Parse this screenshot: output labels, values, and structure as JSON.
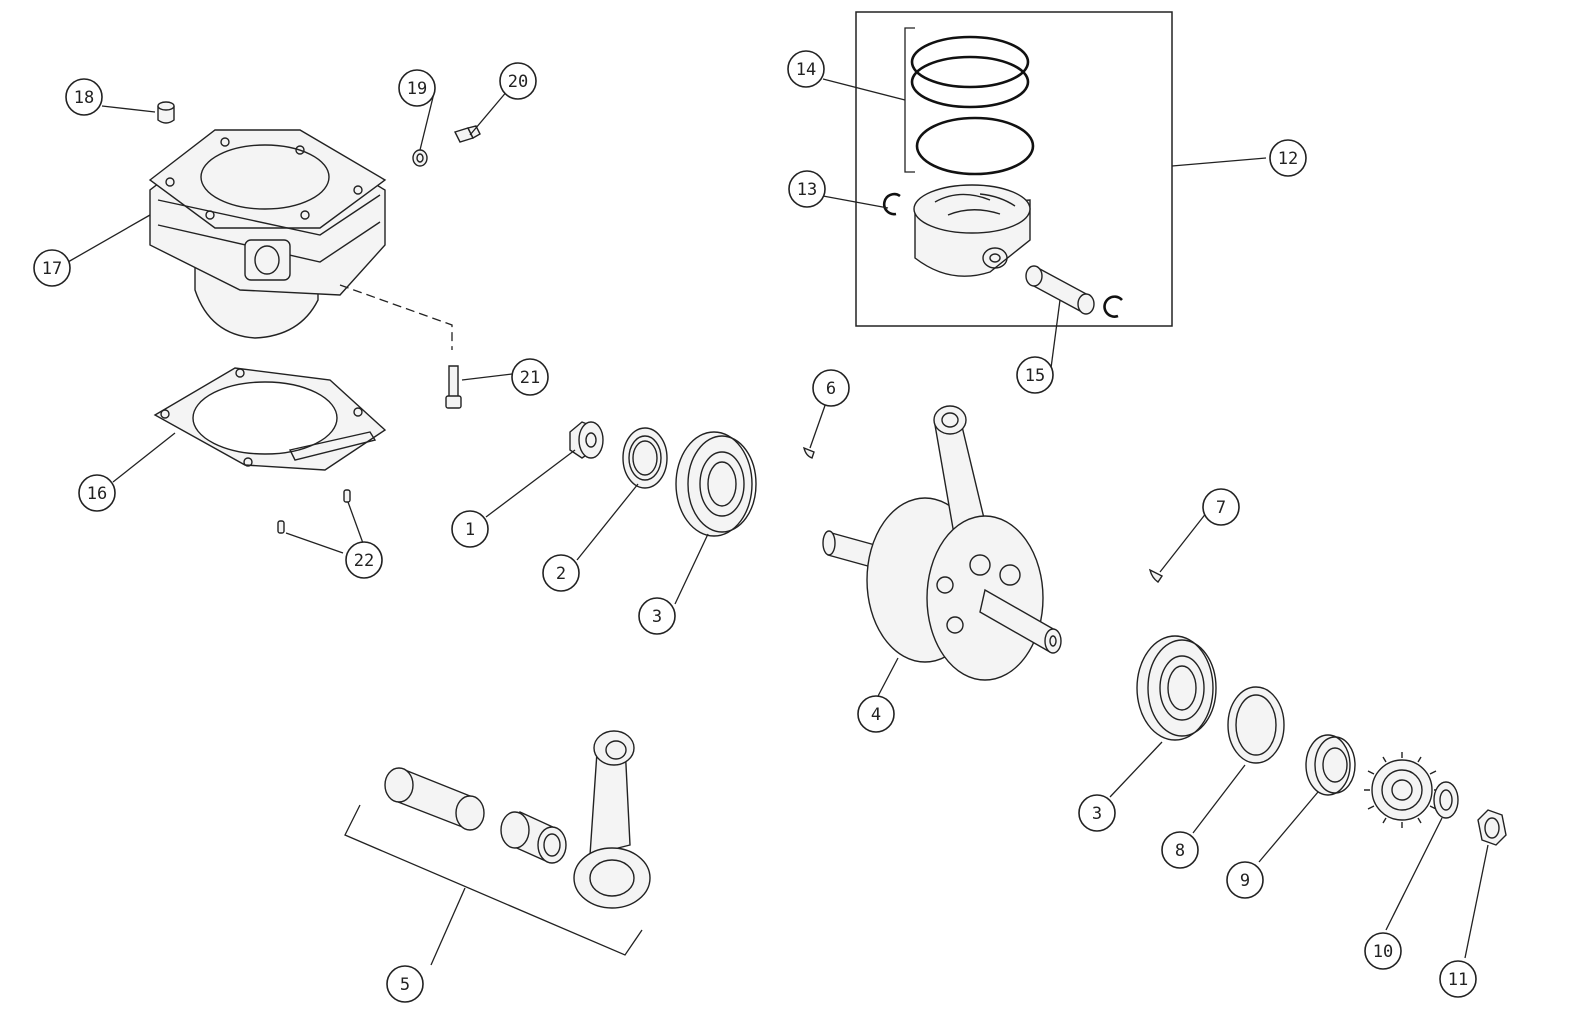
{
  "callouts": [
    {
      "id": "c1",
      "label": "1"
    },
    {
      "id": "c2",
      "label": "2"
    },
    {
      "id": "c3a",
      "label": "3"
    },
    {
      "id": "c3b",
      "label": "3"
    },
    {
      "id": "c4",
      "label": "4"
    },
    {
      "id": "c5",
      "label": "5"
    },
    {
      "id": "c6",
      "label": "6"
    },
    {
      "id": "c7",
      "label": "7"
    },
    {
      "id": "c8",
      "label": "8"
    },
    {
      "id": "c9",
      "label": "9"
    },
    {
      "id": "c10",
      "label": "10"
    },
    {
      "id": "c11",
      "label": "11"
    },
    {
      "id": "c12",
      "label": "12"
    },
    {
      "id": "c13",
      "label": "13"
    },
    {
      "id": "c14",
      "label": "14"
    },
    {
      "id": "c15",
      "label": "15"
    },
    {
      "id": "c16",
      "label": "16"
    },
    {
      "id": "c17",
      "label": "17"
    },
    {
      "id": "c18",
      "label": "18"
    },
    {
      "id": "c19",
      "label": "19"
    },
    {
      "id": "c20",
      "label": "20"
    },
    {
      "id": "c21",
      "label": "21"
    },
    {
      "id": "c22",
      "label": "22"
    }
  ],
  "colors": {
    "line": "#222222",
    "background": "#ffffff",
    "part_fill": "#f4f4f4"
  }
}
